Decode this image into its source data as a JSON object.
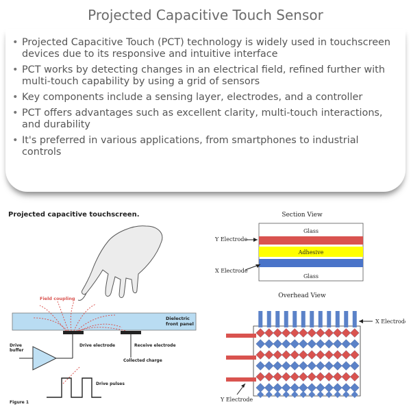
{
  "title": "Projected Capacitive Touch Sensor",
  "bullets": [
    "Projected Capacitive Touch (PCT) technology is widely used in touchscreen devices due to its responsive and intuitive interface",
    "PCT works by detecting changes in an electrical field, refined further with multi-touch capability by using a grid of sensors",
    "Key components include a sensing layer, electrodes, and a controller",
    "PCT offers advantages such as excellent clarity, multi-touch interactions, and durability",
    "It's preferred in various applications, from smartphones to industrial controls"
  ],
  "left_figure": {
    "heading": "Projected capacitive touchscreen.",
    "field_coupling": "Field coupling",
    "dielectric_1": "Dielectric",
    "dielectric_2": "front panel",
    "drive_electrode": "Drive electrode",
    "receive_electrode": "Receive electrode",
    "collected_charge": "Collected charge",
    "drive_buffer_1": "Drive",
    "drive_buffer_2": "buffer",
    "drive_pulses": "Drive pulses",
    "figure_label": "Figure 1"
  },
  "section_view": {
    "title": "Section View",
    "glass_top": "Glass",
    "adhesive": "Adhesive",
    "glass_bottom": "Glass",
    "y_electrode": "Y Electrode",
    "x_electrode": "X Electrode",
    "colors": {
      "y_layer": "#d9534f",
      "adhesive": "#ffff00",
      "x_layer": "#4a74c9"
    }
  },
  "overhead_view": {
    "title": "Overhead View",
    "x_electrode": "X Electrode",
    "y_electrode": "Y Electrode",
    "colors": {
      "x_diamond": "#5b82c8",
      "y_diamond": "#d9534f"
    }
  }
}
